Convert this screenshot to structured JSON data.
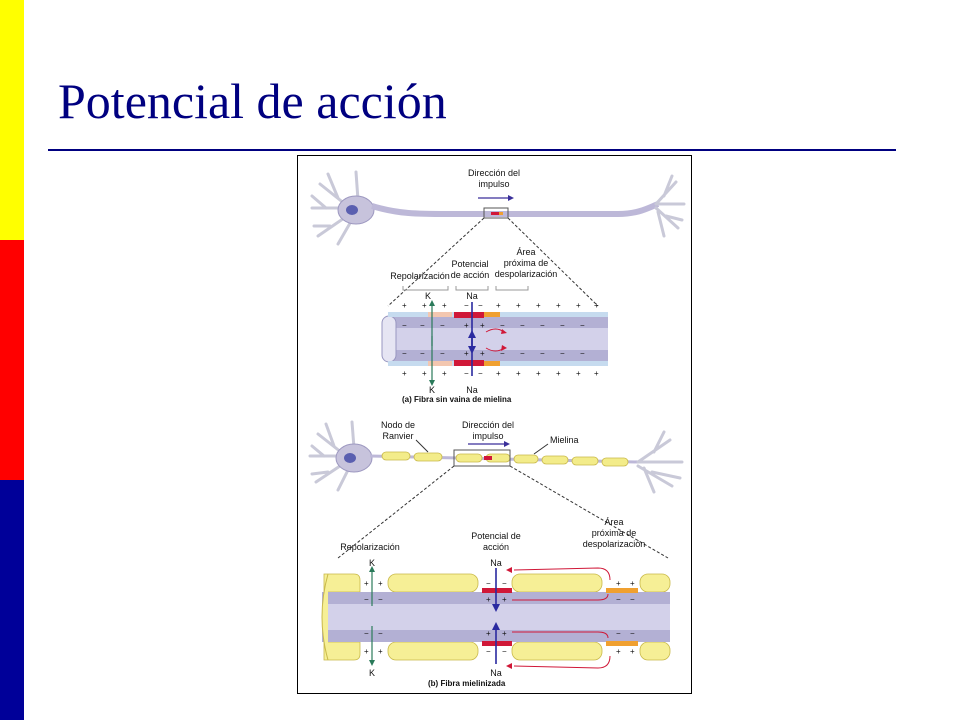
{
  "slide": {
    "title": "Potencial de acción",
    "side_bar_colors": [
      "#ffff00",
      "#ff0000",
      "#000099"
    ],
    "title_color": "#000080"
  },
  "figure_a": {
    "direction": [
      "Dirección del",
      "impulso"
    ],
    "repolarization": "Repolarización",
    "action_potential": [
      "Potencial",
      "de acción"
    ],
    "depolarization_area": [
      "Área",
      "próxima de",
      "despolarización"
    ],
    "ion_k": "K",
    "ion_na": "Na",
    "caption": "(a) Fibra sin vaina de mielina"
  },
  "figure_b": {
    "node": [
      "Nodo de",
      "Ranvier"
    ],
    "direction": [
      "Dirección del",
      "impulso"
    ],
    "myelin": "Mielina",
    "repolarization": "Repolarización",
    "action_potential": [
      "Potencial de",
      "acción"
    ],
    "depolarization_area": [
      "Área",
      "próxima de",
      "despolarización"
    ],
    "ion_k": "K",
    "ion_na": "Na",
    "caption": "(b) Fibra mielinizada"
  }
}
